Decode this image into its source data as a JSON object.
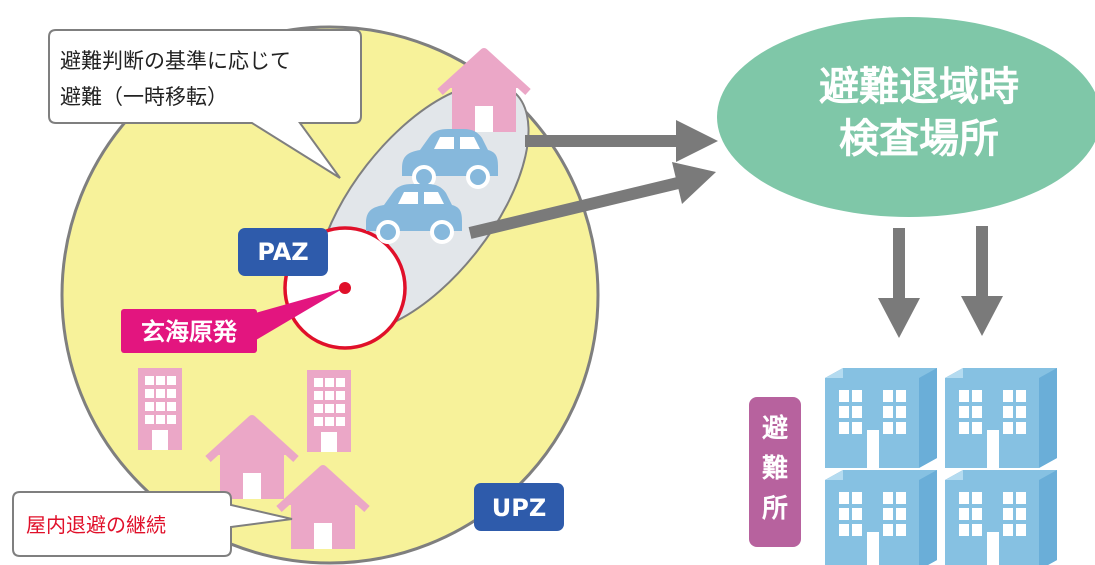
{
  "callout_evacuation": {
    "line1": "避難判断の基準に応じて",
    "line2": "避難（一時移転）"
  },
  "callout_shelter": {
    "text": "屋内退避の継続"
  },
  "labels": {
    "paz": "PAZ",
    "upz": "UPZ",
    "plant": "玄海原発"
  },
  "inspection_site": {
    "line1": "避難退域時",
    "line2": "検査場所"
  },
  "shelter_tag": {
    "chars": [
      "避",
      "難",
      "所"
    ]
  },
  "colors": {
    "upz_fill": "#f7f29a",
    "paz_ring": "#e0102a",
    "plant_magenta": "#e3157f",
    "zone_label_blue": "#2e5bab",
    "inspection_green": "#7fc7a8",
    "arrow_gray": "#7a7a7a",
    "house_pink": "#eba7c7",
    "building_blue": "#86c1e2",
    "car_blue": "#86b8dc",
    "shelter_tag_purple": "#b7629e"
  }
}
